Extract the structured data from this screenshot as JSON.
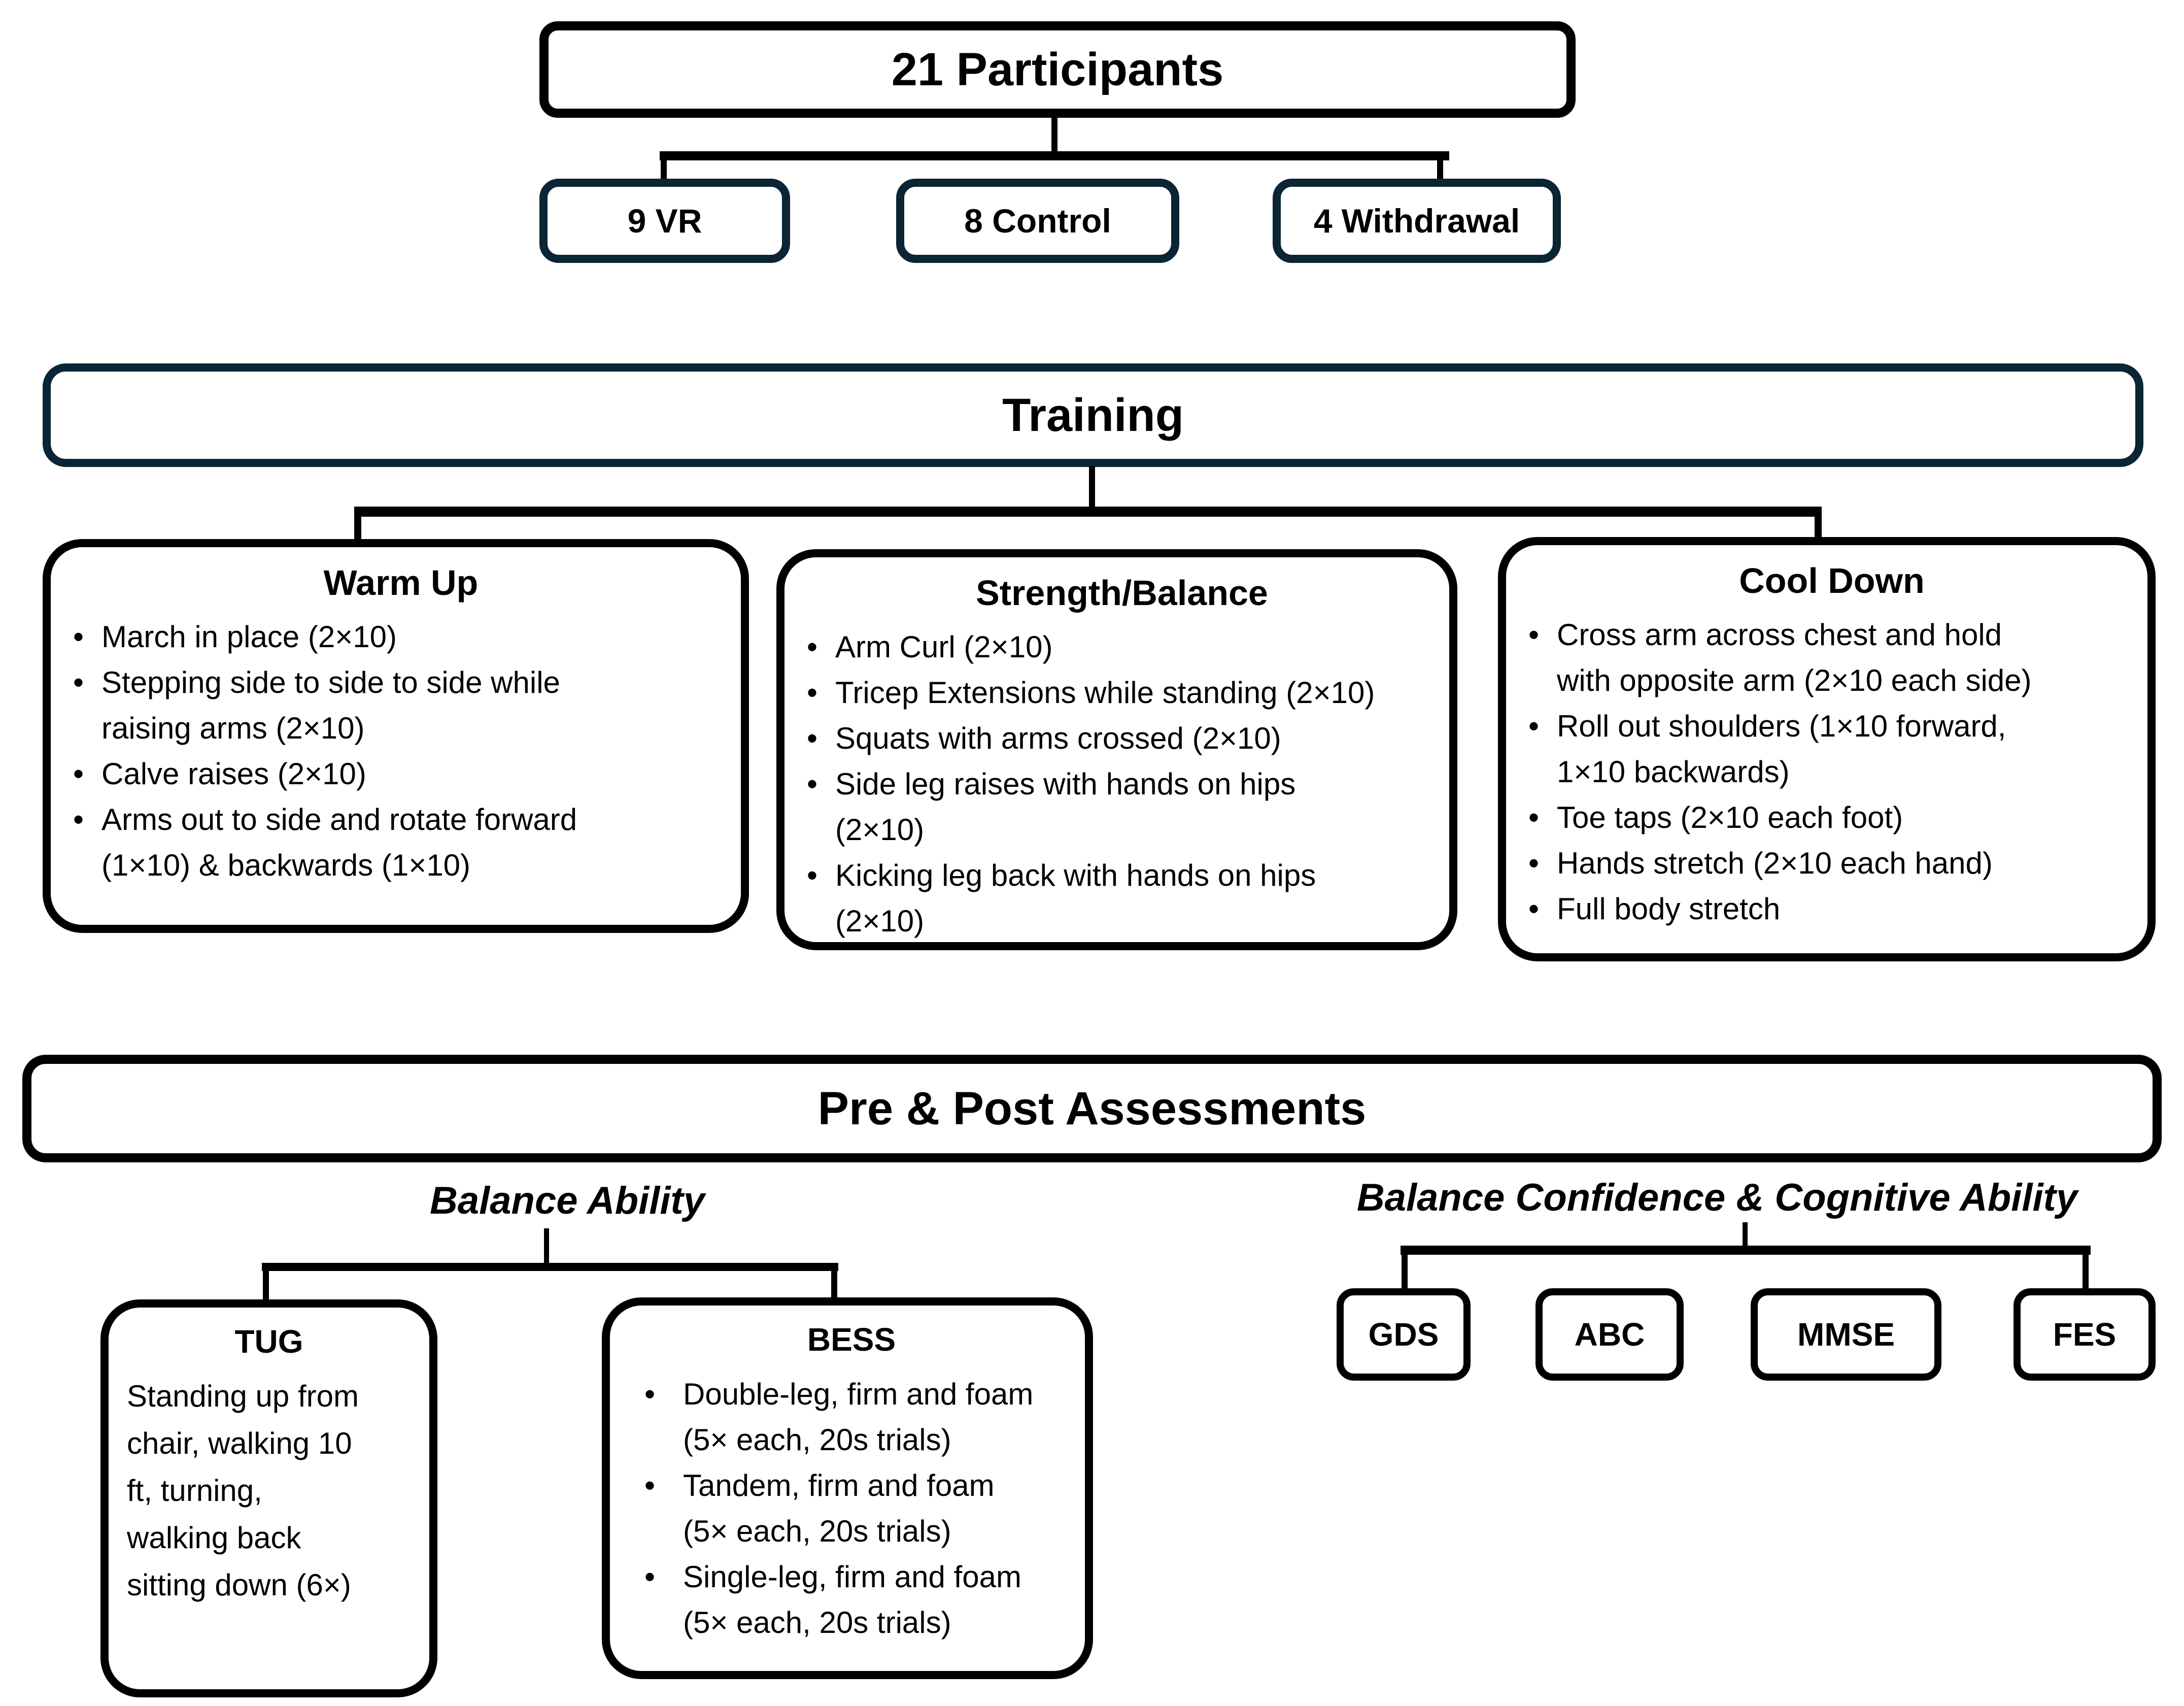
{
  "ui": {
    "bullet": "•"
  },
  "colors": {
    "box_border_navy": "#0a2534",
    "line_black": "#000000"
  },
  "participants": {
    "root_label": "21 Participants",
    "groups": [
      {
        "label": "9 VR"
      },
      {
        "label": "8 Control"
      },
      {
        "label": "4 Withdrawal"
      }
    ]
  },
  "training": {
    "title": "Training",
    "warm_up": {
      "title": "Warm Up",
      "items": [
        "March in place (2×10)",
        "Stepping side to side to side while\nraising arms (2×10)",
        "Calve raises (2×10)",
        "Arms out to side and rotate forward\n(1×10) & backwards (1×10)"
      ]
    },
    "strength_balance": {
      "title": "Strength/Balance",
      "items": [
        "Arm Curl (2×10)",
        "Tricep Extensions while standing (2×10)",
        "Squats with arms crossed (2×10)",
        "Side leg raises with hands on hips\n(2×10)",
        "Kicking leg back with hands on hips\n(2×10)"
      ]
    },
    "cool_down": {
      "title": "Cool Down",
      "items": [
        "Cross arm across chest and hold\nwith opposite arm (2×10 each side)",
        "Roll out shoulders (1×10 forward,\n1×10 backwards)",
        "Toe taps (2×10 each foot)",
        "Hands stretch (2×10 each hand)",
        "Full body stretch"
      ]
    }
  },
  "assessments": {
    "title": "Pre & Post Assessments",
    "balance_ability": {
      "heading": "Balance Ability",
      "tug": {
        "title": "TUG",
        "description": "Standing up from\nchair, walking 10\nft, turning,\nwalking back\nsitting down (6×)"
      },
      "bess": {
        "title": "BESS",
        "items": [
          "Double-leg, firm and foam\n(5× each, 20s trials)",
          "Tandem, firm and foam\n(5× each, 20s trials)",
          "Single-leg, firm and foam\n(5× each, 20s trials)"
        ]
      }
    },
    "balance_confidence_cognitive": {
      "heading": "Balance Confidence & Cognitive Ability",
      "tests": [
        {
          "label": "GDS"
        },
        {
          "label": "ABC"
        },
        {
          "label": "MMSE"
        },
        {
          "label": "FES"
        }
      ]
    }
  }
}
